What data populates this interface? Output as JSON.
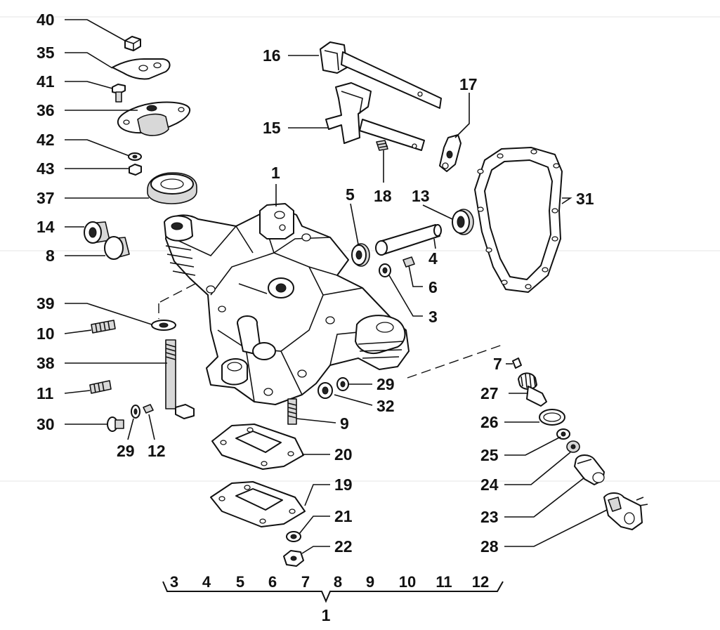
{
  "callouts": [
    {
      "id": "c40",
      "text": "40"
    },
    {
      "id": "c35",
      "text": "35"
    },
    {
      "id": "c41",
      "text": "41"
    },
    {
      "id": "c36",
      "text": "36"
    },
    {
      "id": "c42",
      "text": "42"
    },
    {
      "id": "c43",
      "text": "43"
    },
    {
      "id": "c37",
      "text": "37"
    },
    {
      "id": "c14",
      "text": "14"
    },
    {
      "id": "c8",
      "text": "8"
    },
    {
      "id": "c39",
      "text": "39"
    },
    {
      "id": "c10",
      "text": "10"
    },
    {
      "id": "c38",
      "text": "38"
    },
    {
      "id": "c11",
      "text": "11"
    },
    {
      "id": "c30",
      "text": "30"
    },
    {
      "id": "c29a",
      "text": "29"
    },
    {
      "id": "c12a",
      "text": "12"
    },
    {
      "id": "c16",
      "text": "16"
    },
    {
      "id": "c15",
      "text": "15"
    },
    {
      "id": "c17",
      "text": "17"
    },
    {
      "id": "c1top",
      "text": "1"
    },
    {
      "id": "c18",
      "text": "18"
    },
    {
      "id": "c5",
      "text": "5"
    },
    {
      "id": "c13",
      "text": "13"
    },
    {
      "id": "c31",
      "text": "31"
    },
    {
      "id": "c4",
      "text": "4"
    },
    {
      "id": "c6",
      "text": "6"
    },
    {
      "id": "c3",
      "text": "3"
    },
    {
      "id": "c7",
      "text": "7"
    },
    {
      "id": "c29b",
      "text": "29"
    },
    {
      "id": "c27",
      "text": "27"
    },
    {
      "id": "c32",
      "text": "32"
    },
    {
      "id": "c9",
      "text": "9"
    },
    {
      "id": "c26",
      "text": "26"
    },
    {
      "id": "c20",
      "text": "20"
    },
    {
      "id": "c25",
      "text": "25"
    },
    {
      "id": "c24",
      "text": "24"
    },
    {
      "id": "c19",
      "text": "19"
    },
    {
      "id": "c23",
      "text": "23"
    },
    {
      "id": "c21",
      "text": "21"
    },
    {
      "id": "c28",
      "text": "28"
    },
    {
      "id": "c22",
      "text": "22"
    }
  ],
  "bracket": {
    "numbers": [
      "3",
      "4",
      "5",
      "6",
      "7",
      "8",
      "9",
      "10",
      "11",
      "12"
    ],
    "assembly": "1"
  }
}
